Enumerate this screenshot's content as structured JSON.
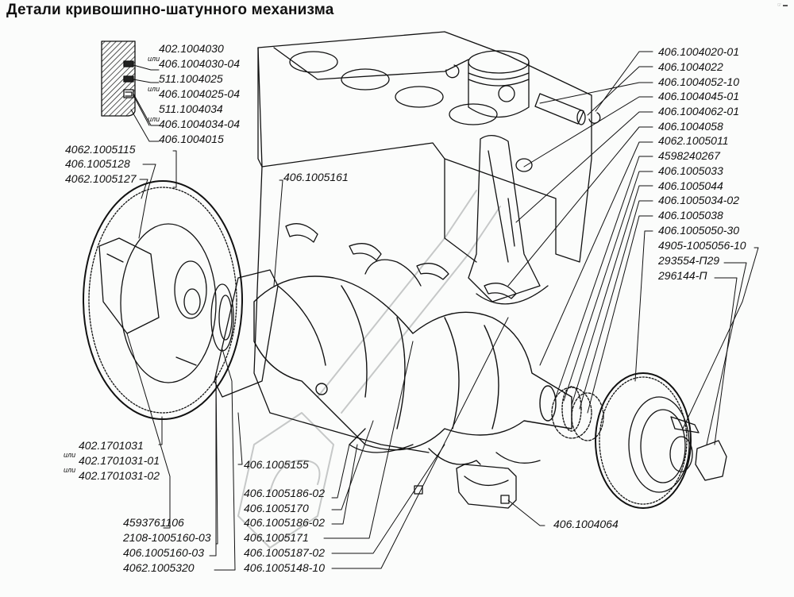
{
  "title": "Детали кривошипно-шатунного механизма",
  "corner_mark": "☞ ▬",
  "or_word": "или",
  "watermark": "logo-watermark",
  "ring_detail": {
    "labels": [
      {
        "text": "402.1004030"
      },
      {
        "text": "406.1004030-04",
        "alt": true
      },
      {
        "text": "511.1004025"
      },
      {
        "text": "406.1004025-04",
        "alt": true
      },
      {
        "text": "511.1004034"
      },
      {
        "text": "406.1004034-04",
        "alt": true
      },
      {
        "text": "406.1004015"
      }
    ]
  },
  "left_labels": {
    "flywheel": [
      "4062.1005115",
      "406.1005128",
      "4062.1005127"
    ],
    "bolt": [
      "402.1701031",
      "402.1701031-01",
      "402.1701031-02"
    ],
    "bottom": [
      "4593761106",
      "2108-1005160-03",
      "406.1005160-03",
      "4062.1005320"
    ]
  },
  "center_labels": {
    "crank_top": "406.1005161",
    "seal": "406.1005155",
    "bottom": [
      "406.1005186-02",
      "406.1005170",
      "406.1005186-02",
      "406.1005171",
      "406.1005187-02",
      "406.1005148-10"
    ],
    "cap": "406.1004064"
  },
  "right_labels": [
    "406.1004020-01",
    "406.1004022",
    "406.1004052-10",
    "406.1004045-01",
    "406.1004062-01",
    "406.1004058",
    "4062.1005011",
    "4598240267",
    "406.1005033",
    "406.1005044",
    "406.1005034-02",
    "406.1005038",
    "406.1005050-30",
    "4905-1005056-10",
    "293554-П29",
    "296144-П"
  ]
}
